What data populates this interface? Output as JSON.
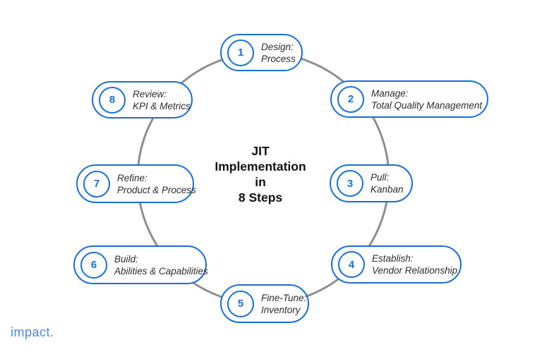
{
  "title": {
    "lines": [
      "JIT",
      "Implementation",
      "in",
      "8 Steps"
    ]
  },
  "steps": [
    {
      "number": "1",
      "line1": "Design:",
      "line2": "Process"
    },
    {
      "number": "2",
      "line1": "Manage:",
      "line2": "Total Quality Management"
    },
    {
      "number": "3",
      "line1": "Pull:",
      "line2": "Kanban"
    },
    {
      "number": "4",
      "line1": "Establish:",
      "line2": "Vendor Relationship"
    },
    {
      "number": "5",
      "line1": "Fine-Tune:",
      "line2": "Inventory"
    },
    {
      "number": "6",
      "line1": "Build:",
      "line2": "Abilities & Capabilities"
    },
    {
      "number": "7",
      "line1": "Refine:",
      "line2": "Product & Process"
    },
    {
      "number": "8",
      "line1": "Review:",
      "line2": "KPI & Metrics"
    }
  ],
  "logo": {
    "text": "impact."
  },
  "colors": {
    "accent_blue": "#1a6fd6",
    "ring_gray": "#8f8f8f",
    "title_black": "#121212",
    "logo_blue": "#4d87ea"
  }
}
